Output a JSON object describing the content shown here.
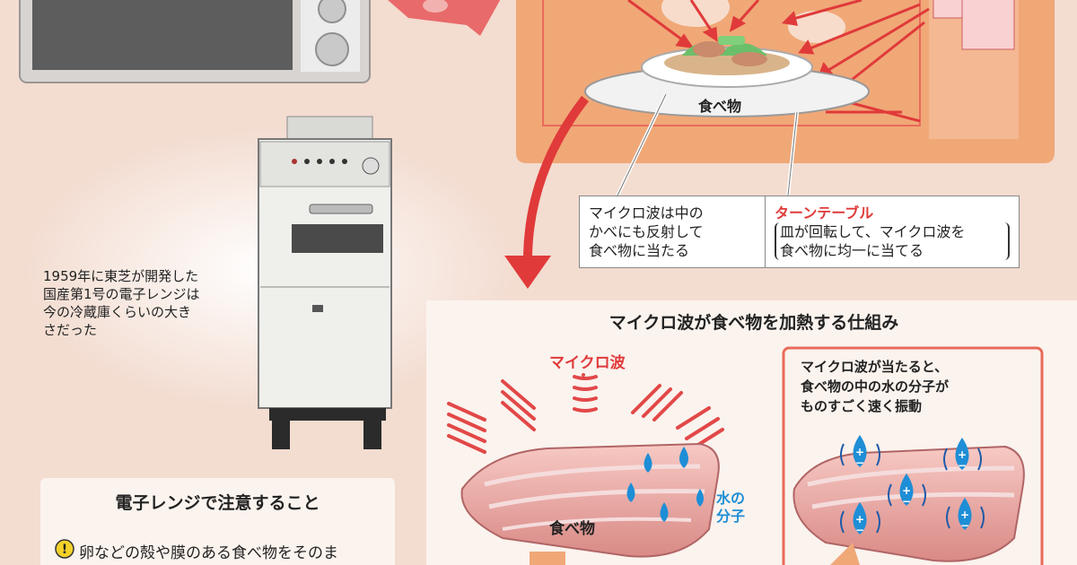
{
  "caption_1959": [
    "1959年に東芝が開発した",
    "国産第1号の電子レンジは",
    "今の冷蔵庫くらいの大き",
    "さだった"
  ],
  "food_label": "食べ物",
  "reflect_note": [
    "マイクロ波は中の",
    "かべにも反射して",
    "食べ物に当たる"
  ],
  "turntable": {
    "title": "ターンテーブル",
    "lines": [
      "皿が回転して、マイクロ波を",
      "食べ物に均一に当てる"
    ]
  },
  "heating": {
    "title": "マイクロ波が食べ物を加熱する仕組み",
    "microwave_label": "マイクロ波",
    "food_label": "食べ物",
    "water_label": [
      "水の",
      "分子"
    ],
    "vibration_note": [
      "マイクロ波が当たると、",
      "食べ物の中の水の分子が",
      "ものすごく速く振動"
    ]
  },
  "caution": {
    "title": "電子レンジで注意すること",
    "item1": "卵などの殻や膜のある食べ物をそのま"
  },
  "colors": {
    "accent_red": "#e03a3a",
    "oven_orange": "#f0a877",
    "blue": "#1e8ed6"
  }
}
